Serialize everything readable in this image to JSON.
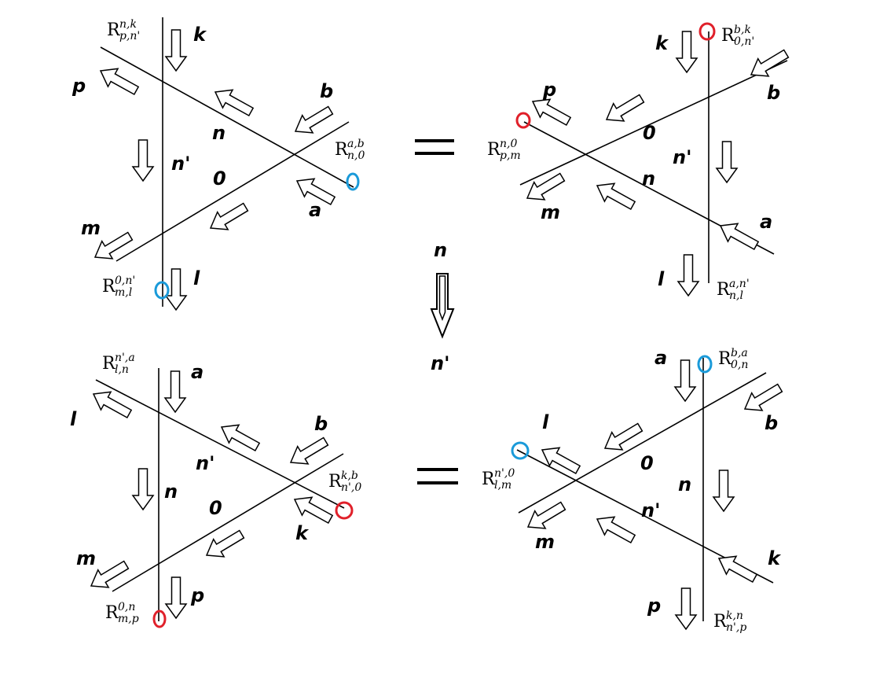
{
  "colors": {
    "red": "#e0202a",
    "blue": "#1a9ad9",
    "ink": "#000000"
  },
  "equals": "=",
  "center": {
    "top": "n",
    "bottom": "n'"
  },
  "panels": {
    "tl": {
      "labels": {
        "k": "k",
        "p": "p",
        "b": "b",
        "n": "n",
        "n2": "n'",
        "zero": "0",
        "a": "a",
        "m": "m",
        "l": "l"
      },
      "r1": {
        "base": "R",
        "sup": "n,k",
        "sub": "p,n'"
      },
      "r2": {
        "base": "R",
        "sup": "a,b",
        "sub": "n,0"
      },
      "r3": {
        "base": "R",
        "sup": "0,n'",
        "sub": "m,l"
      }
    },
    "tr": {
      "labels": {
        "k": "k",
        "b": "b",
        "p": "p",
        "zero": "0",
        "n2": "n'",
        "n": "n",
        "m": "m",
        "a": "a",
        "l": "l"
      },
      "r1": {
        "base": "R",
        "sup": "b,k",
        "sub": "0,n'"
      },
      "r2": {
        "base": "R",
        "sup": "n,0",
        "sub": "p,m"
      },
      "r3": {
        "base": "R",
        "sup": "a,n'",
        "sub": "n,l"
      }
    },
    "bl": {
      "labels": {
        "a": "a",
        "l": "l",
        "b": "b",
        "n2": "n'",
        "n": "n",
        "zero": "0",
        "k": "k",
        "m": "m",
        "p": "p"
      },
      "r1": {
        "base": "R",
        "sup": "n',a",
        "sub": "l,n"
      },
      "r2": {
        "base": "R",
        "sup": "k,b",
        "sub": "n',0"
      },
      "r3": {
        "base": "R",
        "sup": "0,n",
        "sub": "m,p"
      }
    },
    "br": {
      "labels": {
        "a": "a",
        "b": "b",
        "l": "l",
        "zero": "0",
        "n": "n",
        "n2": "n'",
        "m": "m",
        "k": "k",
        "p": "p"
      },
      "r1": {
        "base": "R",
        "sup": "b,a",
        "sub": "0,n"
      },
      "r2": {
        "base": "R",
        "sup": "n',0",
        "sub": "l,m"
      },
      "r3": {
        "base": "R",
        "sup": "k,n",
        "sub": "n',p"
      }
    }
  }
}
